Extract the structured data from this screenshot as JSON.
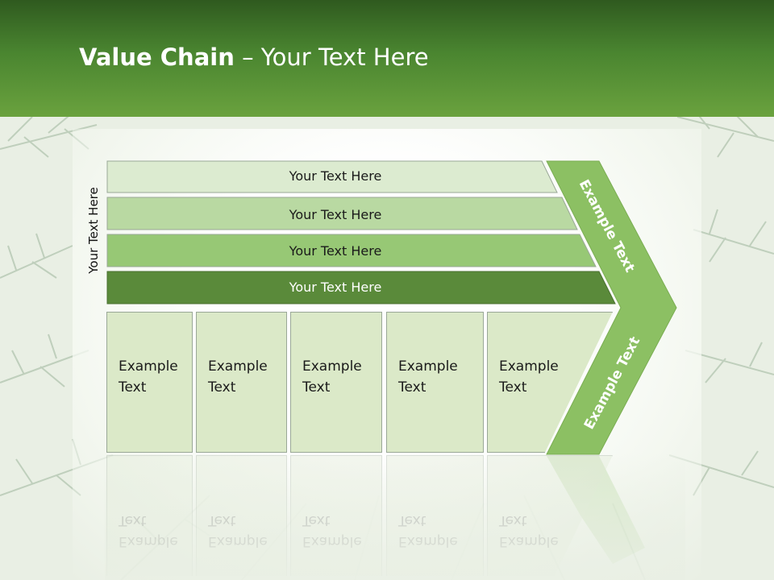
{
  "header": {
    "title_bold": "Value Chain",
    "title_rest": " – Your Text Here"
  },
  "diagram": {
    "vertical_label": "Your Text Here",
    "rows": [
      {
        "label": "Your Text Here",
        "color": "#dcebd0"
      },
      {
        "label": "Your Text Here",
        "color": "#b9d9a2"
      },
      {
        "label": "Your Text Here",
        "color": "#97c875"
      },
      {
        "label": "Your Text Here",
        "color": "#5a8a3a"
      }
    ],
    "columns": [
      {
        "line1": "Example",
        "line2": "Text"
      },
      {
        "line1": "Example",
        "line2": "Text"
      },
      {
        "line1": "Example",
        "line2": "Text"
      },
      {
        "line1": "Example",
        "line2": "Text"
      },
      {
        "line1": "Example",
        "line2": "Text"
      }
    ],
    "chevron_top_label": "Example Text",
    "chevron_bottom_label": "Example Text",
    "chevron_color": "#8cc063"
  }
}
